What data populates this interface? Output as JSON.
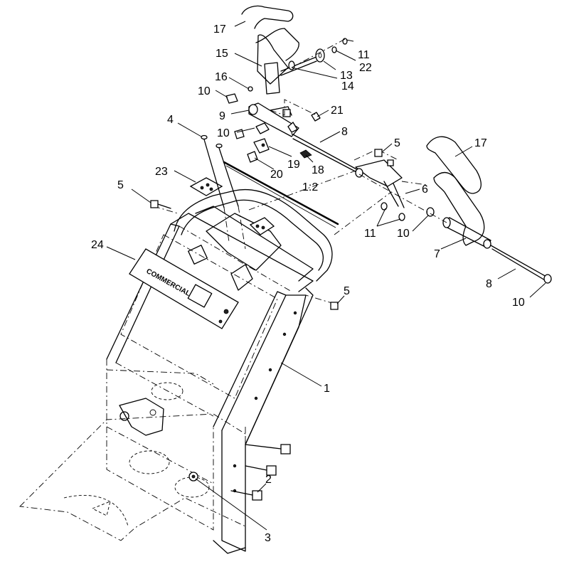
{
  "diagram": {
    "scale_label": "1:2",
    "panel_label": "COMMERCIAL",
    "callouts": [
      {
        "id": "c17a",
        "label": "17"
      },
      {
        "id": "c15",
        "label": "15"
      },
      {
        "id": "c16",
        "label": "16"
      },
      {
        "id": "c10a",
        "label": "10"
      },
      {
        "id": "c9",
        "label": "9"
      },
      {
        "id": "c4",
        "label": "4"
      },
      {
        "id": "c10b",
        "label": "10"
      },
      {
        "id": "c11a",
        "label": "11"
      },
      {
        "id": "c22",
        "label": "22"
      },
      {
        "id": "c13",
        "label": "13"
      },
      {
        "id": "c14",
        "label": "14"
      },
      {
        "id": "c21",
        "label": "21"
      },
      {
        "id": "c8a",
        "label": "8"
      },
      {
        "id": "c5a",
        "label": "5"
      },
      {
        "id": "c19",
        "label": "19"
      },
      {
        "id": "c18",
        "label": "18"
      },
      {
        "id": "c20",
        "label": "20"
      },
      {
        "id": "c17b",
        "label": "17"
      },
      {
        "id": "c23",
        "label": "23"
      },
      {
        "id": "c6",
        "label": "6"
      },
      {
        "id": "c5b",
        "label": "5"
      },
      {
        "id": "c11b",
        "label": "11"
      },
      {
        "id": "c10c",
        "label": "10"
      },
      {
        "id": "c7",
        "label": "7"
      },
      {
        "id": "c24",
        "label": "24"
      },
      {
        "id": "c8b",
        "label": "8"
      },
      {
        "id": "c10d",
        "label": "10"
      },
      {
        "id": "c5c",
        "label": "5"
      },
      {
        "id": "c1",
        "label": "1"
      },
      {
        "id": "c2",
        "label": "2"
      },
      {
        "id": "c3",
        "label": "3"
      }
    ]
  }
}
